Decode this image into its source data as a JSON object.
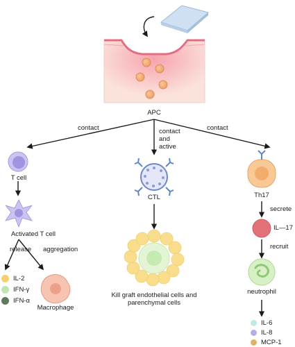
{
  "labels": {
    "apc": "APC",
    "contact_left": "contact",
    "contact_active": "contact\nand\nactive",
    "contact_right": "contact",
    "t_cell": "T cell",
    "activated_t_cell": "Activated T cell",
    "release": "release",
    "aggregation": "aggregation",
    "macrophage": "Macrophage",
    "ctl": "CTL",
    "kill_text": "Kill graft endothelial cells and\nparenchymal cells",
    "th17": "Th17",
    "secrete": "secrete",
    "il17": "IL—17",
    "recruit": "recruit",
    "neutrophil": "neutrophil"
  },
  "left_legend": [
    {
      "label": "IL-2",
      "color": "#f6cf73"
    },
    {
      "label": "IFN-γ",
      "color": "#bfe6b0"
    },
    {
      "label": "IFN-α",
      "color": "#5e7a5f"
    }
  ],
  "right_legend": [
    {
      "label": "IL-6",
      "color": "#bfe8e6"
    },
    {
      "label": "IL-8",
      "color": "#b2aee8"
    },
    {
      "label": "MCP-1",
      "color": "#e0b268"
    }
  ],
  "colors": {
    "skin": "#fbe3dc",
    "skin_inflamed": "#f08a98",
    "apc_cell": "#f2b27e",
    "t_cell": "#c9c2ee",
    "ctl": "#dfe3f7",
    "receptor": "#5b86c7",
    "graft_outer": "#f7dd8e",
    "graft_inner": "#dff2cf",
    "th17": "#f7c590",
    "il17": "#e27076",
    "neutrophil": "#d6efc4",
    "macrophage": "#f4b8a3"
  }
}
